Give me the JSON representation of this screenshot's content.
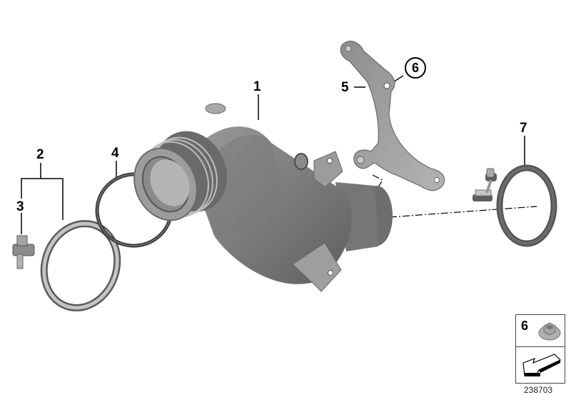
{
  "diagram": {
    "type": "exploded parts illustration",
    "subject": "Diesel particulate filter / catalytic converter assembly",
    "diagram_number": "238703",
    "callouts": [
      {
        "number": "1",
        "part": "catalytic-converter"
      },
      {
        "number": "2",
        "part": "v-band-clamp"
      },
      {
        "number": "3",
        "part": "clamp-bolt"
      },
      {
        "number": "4",
        "part": "sealing-ring"
      },
      {
        "number": "5",
        "part": "bracket"
      },
      {
        "number": "6",
        "part": "hex-flange-nut",
        "circled": true
      },
      {
        "number": "7",
        "part": "exhaust-clamp"
      }
    ],
    "legend": {
      "item_number": "6",
      "item_icon": "hex-nut-icon",
      "bottom_icon": "direction-arrow-icon"
    }
  },
  "colors": {
    "part_fill": "#8a8a8a",
    "part_dark": "#5e5e5e",
    "part_light": "#b9b9b9",
    "line": "#000000",
    "background": "#ffffff"
  }
}
